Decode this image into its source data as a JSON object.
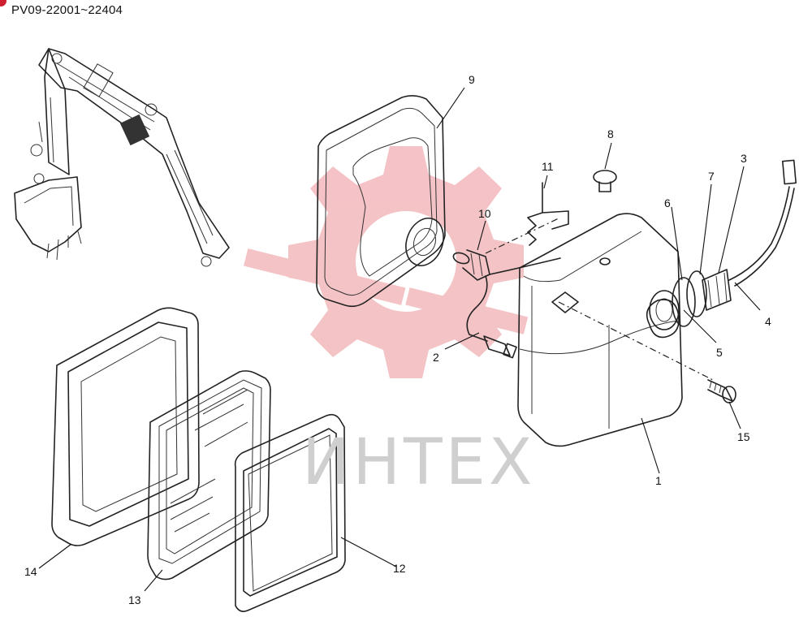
{
  "header": {
    "code": "PV09-22001~22404"
  },
  "watermark": {
    "text": "ИНТЕХ",
    "logo_color": "#f3b9bd",
    "text_color": "#cfcfcf"
  },
  "accent": {
    "corner_dot_color": "#d0202f"
  },
  "callouts": [
    "1",
    "2",
    "3",
    "4",
    "5",
    "6",
    "7",
    "8",
    "9",
    "10",
    "11",
    "12",
    "13",
    "14",
    "15"
  ]
}
